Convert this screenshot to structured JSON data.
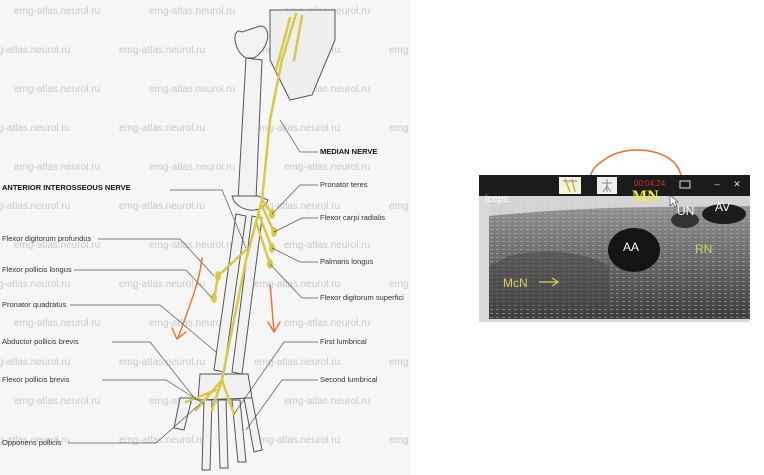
{
  "watermark": "emg-atlas.neurol.ru",
  "diagram": {
    "title_label": "MEDIAN NERVE",
    "branch_label": "ANTERIOR INTEROSSEOUS NERVE",
    "left_labels": [
      "Flexor digitorum profundus",
      "Flexor pollicis longus",
      "Pronator quadratus",
      "Abductor pollicis brevis",
      "Flexor pollicis brevis",
      "Opponens pollicis"
    ],
    "right_labels": [
      "Pronator teres",
      "Flexor carpi radialis",
      "Palmaris longus",
      "Flexor digitorum superfici",
      "First lumbrical",
      "Second lumbrical"
    ]
  },
  "ultrasound": {
    "timer": "00:04:24",
    "minimize_glyph": "–",
    "close_glyph": "✕",
    "header_text": "iceps",
    "labels": {
      "mn": "MN",
      "un": "UN",
      "av": "AV",
      "aa": "AA",
      "rn": "RN",
      "mcn": "McN"
    }
  },
  "colors": {
    "nerve": "#d8c84a",
    "annotation_orange": "#e8712a",
    "timer_red": "#d43030",
    "mn_yellow": "#f2ef2b",
    "us_label_yellow": "#d4d060"
  }
}
